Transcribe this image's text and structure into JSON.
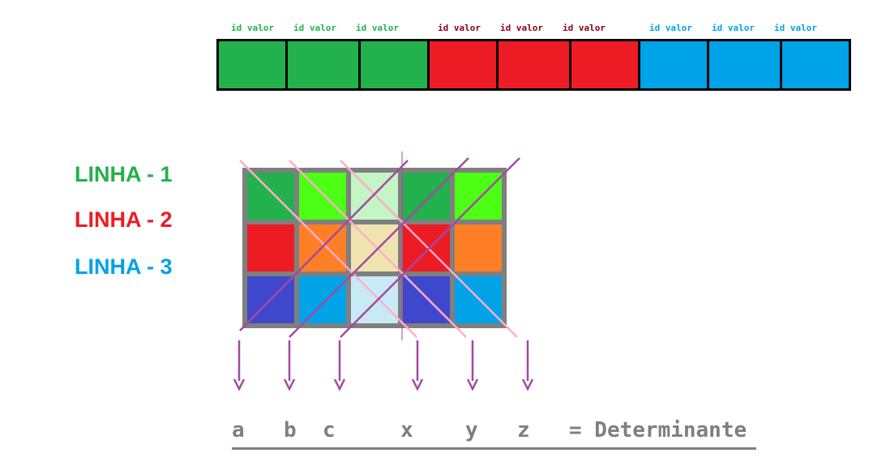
{
  "memory_labels": [
    {
      "text": "id valor",
      "color": "#22b14c"
    },
    {
      "text": "id valor",
      "color": "#22b14c"
    },
    {
      "text": "id valor",
      "color": "#22b14c"
    },
    {
      "text": "id valor",
      "color": "#880015"
    },
    {
      "text": "id valor",
      "color": "#880015"
    },
    {
      "text": "id valor",
      "color": "#880015"
    },
    {
      "text": "id valor",
      "color": "#00a2e8"
    },
    {
      "text": "id valor",
      "color": "#00a2e8"
    },
    {
      "text": "id valor",
      "color": "#00a2e8"
    }
  ],
  "memory_cells": [
    "#22b14c",
    "#22b14c",
    "#22b14c",
    "#ed1c24",
    "#ed1c24",
    "#ed1c24",
    "#00a2e8",
    "#00a2e8",
    "#00a2e8"
  ],
  "rows": [
    {
      "label": "LINHA - 1",
      "color": "#22b14c"
    },
    {
      "label": "LINHA - 2",
      "color": "#ed1c24"
    },
    {
      "label": "LINHA - 3",
      "color": "#00a2e8"
    }
  ],
  "grid_colors": [
    [
      "#22b14c",
      "#4cff14",
      "#c4f5c4",
      "#22b14c",
      "#4cff14"
    ],
    [
      "#ed1c24",
      "#ff7f27",
      "#efe4b0",
      "#ed1c24",
      "#ff7f27"
    ],
    [
      "#3f48cc",
      "#00a2e8",
      "#c8eaf5",
      "#3f48cc",
      "#00a2e8"
    ]
  ],
  "grid_border_color": "#7f7f7f",
  "diagonal_colors": {
    "descending": "#ffaec9",
    "ascending": "#a349a4"
  },
  "result_labels": [
    "a",
    "b",
    "c",
    "x",
    "y",
    "z",
    "= Determinante"
  ]
}
